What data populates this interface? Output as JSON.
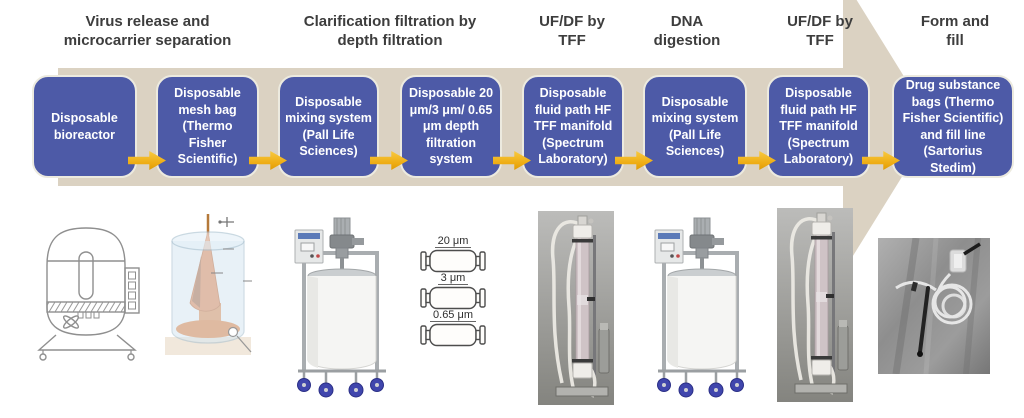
{
  "diagram": {
    "type": "process-flow",
    "direction": "left-to-right"
  },
  "stages": [
    {
      "header": "Virus release and microcarrier separation"
    },
    {
      "header": "Clarification filtration by depth filtration"
    },
    {
      "header": "UF/DF by TFF"
    },
    {
      "header": "DNA digestion"
    },
    {
      "header": "UF/DF by TFF"
    },
    {
      "header": "Form and fill"
    }
  ],
  "steps": [
    {
      "label": "Disposable bioreactor"
    },
    {
      "label": "Disposable mesh bag (Thermo Fisher Scientific)"
    },
    {
      "label": "Disposable mixing system (Pall Life Sciences)"
    },
    {
      "label": "Disposable 20 μm/3 μm/ 0.65 μm depth filtration system"
    },
    {
      "label": "Disposable fluid path HF TFF manifold (Spectrum Laboratory)"
    },
    {
      "label": "Disposable mixing system (Pall Life Sciences)"
    },
    {
      "label": "Disposable fluid path HF TFF manifold (Spectrum Laboratory)"
    },
    {
      "label": "Drug substance bags (Thermo Fisher Scientific) and fill line (Sartorius Stedim)"
    }
  ],
  "filter_labels": [
    "20 μm",
    "3 μm",
    "0.65 μm"
  ],
  "illustrations": [
    {
      "name": "disposable-bioreactor-line-drawing"
    },
    {
      "name": "disposable-mesh-bag-illustration"
    },
    {
      "name": "disposable-mixing-system-photo"
    },
    {
      "name": "depth-filter-capsules-drawing"
    },
    {
      "name": "hf-tff-manifold-photo"
    },
    {
      "name": "disposable-mixing-system-photo"
    },
    {
      "name": "hf-tff-manifold-photo"
    },
    {
      "name": "drug-substance-bags-fill-line-photo"
    }
  ],
  "colors": {
    "flow_band": "#dbd2c2",
    "step_box": "#4d5aa7",
    "connector_arrow": "#f0ac14",
    "header_text": "#3d3d3d",
    "box_text": "#ffffff"
  }
}
